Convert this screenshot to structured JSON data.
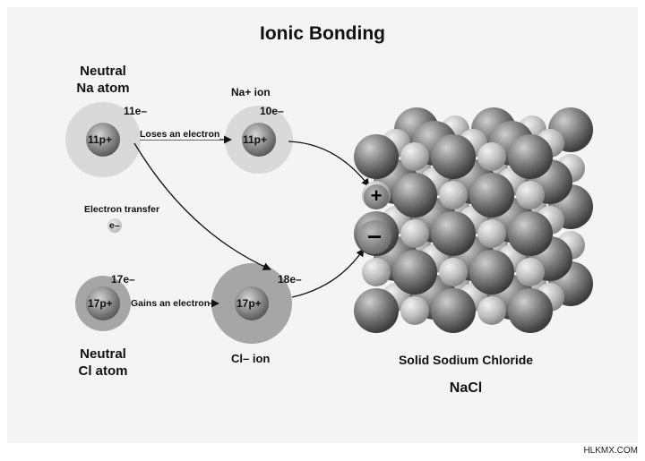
{
  "title": "Ionic Bonding",
  "na_atom": {
    "label_line1": "Neutral",
    "label_line2": "Na atom",
    "electrons": "11e–",
    "protons": "11p+"
  },
  "na_ion": {
    "label": "Na+ ion",
    "electrons": "10e–",
    "protons": "11p+"
  },
  "cl_atom": {
    "label_line1": "Neutral",
    "label_line2": "Cl atom",
    "electrons": "17e–",
    "protons": "17p+"
  },
  "cl_ion": {
    "label": "Cl– ion",
    "electrons": "18e–",
    "protons": "17p+"
  },
  "arrows": {
    "loses": "Loses an electron",
    "gains": "Gains an electron"
  },
  "transfer": {
    "label": "Electron transfer",
    "particle": "e–"
  },
  "crystal": {
    "caption": "Solid Sodium Chloride",
    "formula": "NaCl",
    "plus": "+",
    "minus": "–"
  },
  "watermark": "HLKMX.COM",
  "colors": {
    "panel": "#f4f4f4",
    "cation_shell": "#d9d9d9",
    "anion_shell": "#a6a6a6",
    "nucleus": "#8c8c8c"
  }
}
